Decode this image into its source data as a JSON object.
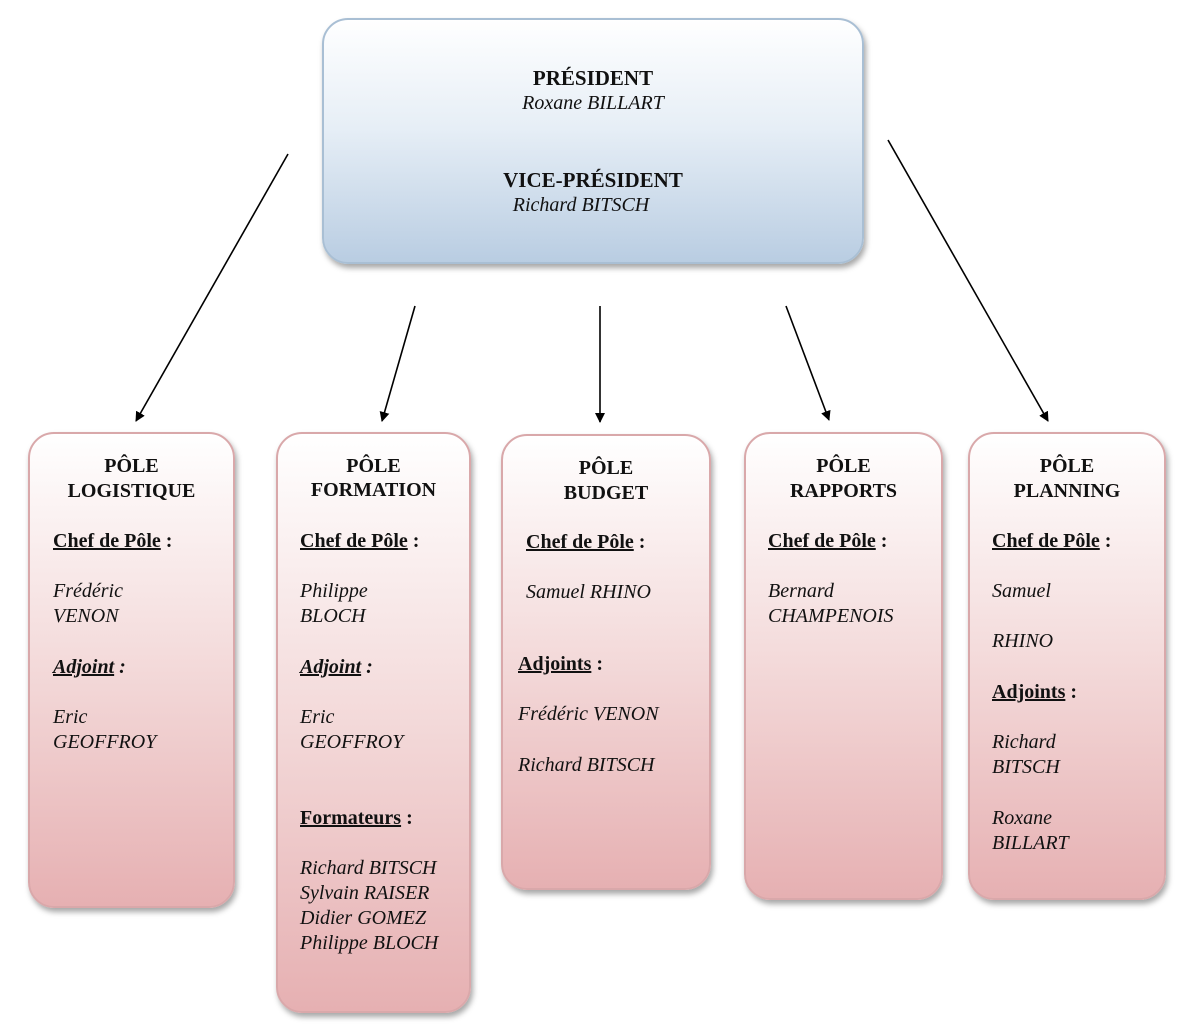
{
  "top": {
    "president_label": "PRÉSIDENT",
    "president_name": "Roxane BILLART",
    "vice_label": "VICE-PRÉSIDENT",
    "vice_name": "Richard BITSCH"
  },
  "poles": {
    "logistique": {
      "title1": "PÔLE",
      "title2": "LOGISTIQUE",
      "chef_label": "Chef de Pôle",
      "chef_line1": "Frédéric",
      "chef_line2": "VENON",
      "adj_label": "Adjoint",
      "adj_line1": "Eric",
      "adj_line2": "GEOFFROY"
    },
    "formation": {
      "title1": "PÔLE",
      "title2": "FORMATION",
      "chef_label": "Chef de Pôle",
      "chef_line1": "Philippe",
      "chef_line2": "BLOCH",
      "adj_label": "Adjoint",
      "adj_line1": "Eric",
      "adj_line2": "GEOFFROY",
      "form_label": "Formateurs",
      "formateurs": [
        "Richard BITSCH",
        "Sylvain RAISER",
        "Didier GOMEZ",
        "Philippe BLOCH"
      ]
    },
    "budget": {
      "title1": "PÔLE",
      "title2": "BUDGET",
      "chef_label": "Chef de Pôle",
      "chef_line1": "Samuel RHINO",
      "adj_label": "Adjoints",
      "adj_line1": "Frédéric VENON",
      "adj_line2": "Richard BITSCH"
    },
    "rapports": {
      "title1": "PÔLE",
      "title2": "RAPPORTS",
      "chef_label": "Chef de Pôle",
      "chef_line1": "Bernard",
      "chef_line2": "CHAMPENOIS"
    },
    "planning": {
      "title1": "PÔLE",
      "title2": "PLANNING",
      "chef_label": "Chef de Pôle",
      "chef_line1": "Samuel",
      "chef_line2": "RHINO",
      "adj_label": "Adjoints",
      "adj1_line1": "Richard",
      "adj1_line2": "BITSCH",
      "adj2_line1": "Roxane",
      "adj2_line2": "BILLART"
    }
  },
  "colors": {
    "top_box": "#b9cde2",
    "pole_box": "#e6b0b2",
    "arrow": "#000000"
  }
}
